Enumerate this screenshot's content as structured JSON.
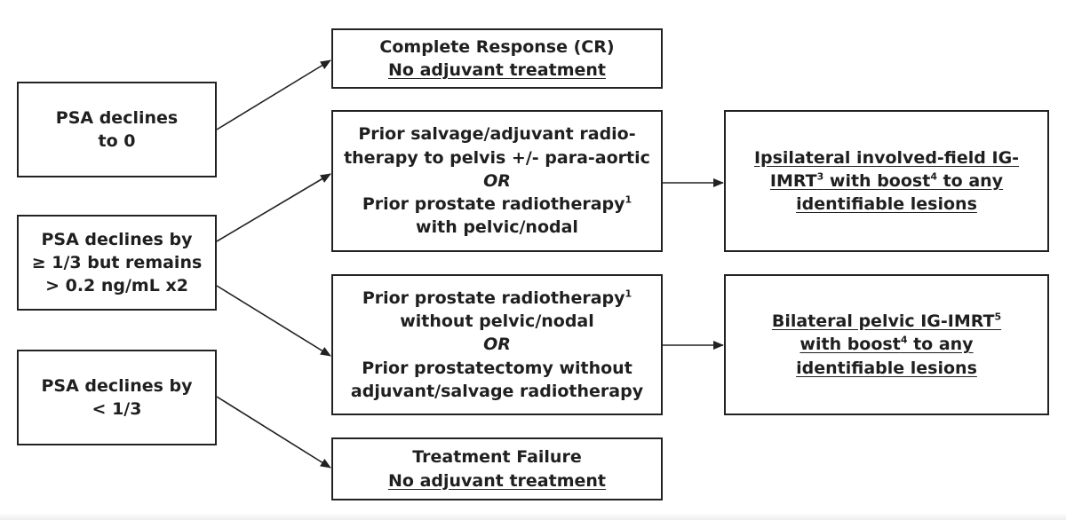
{
  "inputs": {
    "psa_zero": [
      "PSA declines",
      "to 0"
    ],
    "psa_third": [
      "PSA declines by",
      "≥ 1/3 but remains",
      "> 0.2 ng/mL x2"
    ],
    "psa_less": [
      "PSA declines by",
      "< 1/3"
    ]
  },
  "outcomes": {
    "complete_response": {
      "title": "Complete Response (CR)",
      "action": "No adjuvant treatment"
    },
    "treatment_failure": {
      "title": "Treatment Failure",
      "action": "No adjuvant treatment"
    }
  },
  "conditions": {
    "prior_pelvic": {
      "line1": "Prior salvage/adjuvant radio-",
      "line2": "therapy to pelvis +/- para-aortic",
      "or": "OR",
      "line3_text": "Prior prostate radiotherapy",
      "line3_sup": "1",
      "line4": "with pelvic/nodal"
    },
    "prior_no_pelvic": {
      "line1_text": "Prior prostate radiotherapy",
      "line1_sup": "1",
      "line2": "without pelvic/nodal",
      "or": "OR",
      "line3": "Prior prostatectomy without",
      "line4": "adjuvant/salvage radiotherapy"
    }
  },
  "treatments": {
    "ipsilateral": {
      "line1": "Ipsilateral involved-field IG-",
      "line2_a": "IMRT",
      "line2_sup1": "3",
      "line2_b": " with boost",
      "line2_sup2": "4",
      "line2_c": " to any",
      "line3": "identifiable lesions"
    },
    "bilateral": {
      "line1_text": "Bilateral pelvic IG-IMRT",
      "line1_sup": "5",
      "line2_a": "with boost",
      "line2_sup": "4",
      "line2_b": " to any",
      "line3": "identifiable lesions"
    }
  }
}
